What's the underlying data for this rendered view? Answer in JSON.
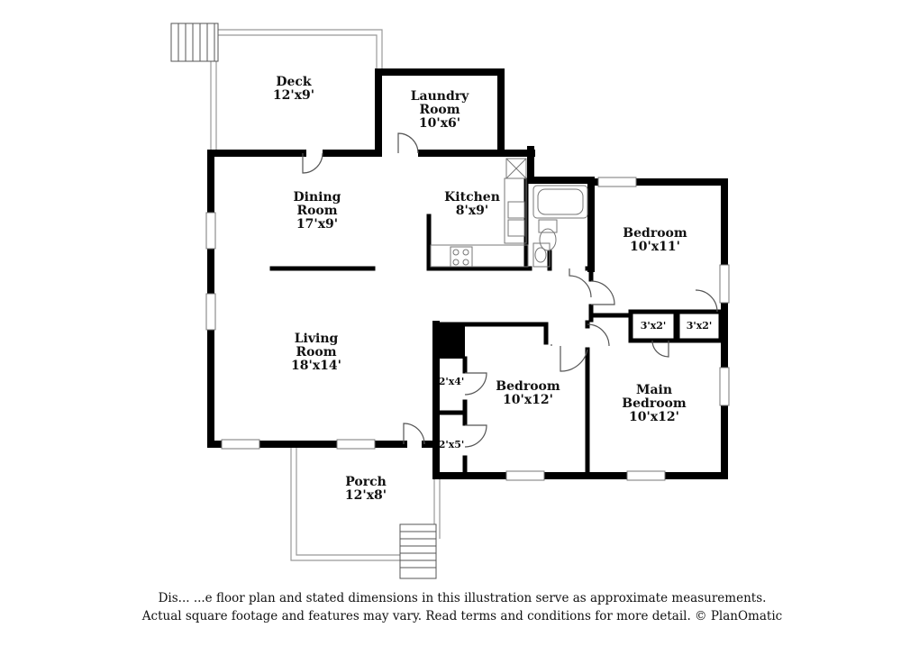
{
  "rooms": {
    "deck": {
      "name": "Deck",
      "size": "12'x9'"
    },
    "laundry": {
      "name_1": "Laundry",
      "name_2": "Room",
      "size": "10'x6'"
    },
    "dining": {
      "name_1": "Dining",
      "name_2": "Room",
      "size": "17'x9'"
    },
    "kitchen": {
      "name": "Kitchen",
      "size": "8'x9'"
    },
    "bedroom_ne": {
      "name": "Bedroom",
      "size": "10'x11'"
    },
    "closet_a": {
      "size": "3'x2'"
    },
    "closet_b": {
      "size": "3'x2'"
    },
    "living": {
      "name_1": "Living",
      "name_2": "Room",
      "size": "18'x14'"
    },
    "bedroom_center": {
      "name": "Bedroom",
      "size": "10'x12'"
    },
    "closet_c": {
      "size": "2'x4'"
    },
    "closet_d": {
      "size": "2'x5'"
    },
    "main_bedroom": {
      "name_1": "Main",
      "name_2": "Bedroom",
      "size": "10'x12'"
    },
    "porch": {
      "name": "Porch",
      "size": "12'x8'"
    }
  },
  "disclaimer": {
    "line_1": "Dis... ...e floor plan and stated dimensions in this illustration serve as approximate measurements.",
    "line_2": "Actual square footage and features may vary. Read terms and conditions for more detail. © PlanOmatic"
  }
}
